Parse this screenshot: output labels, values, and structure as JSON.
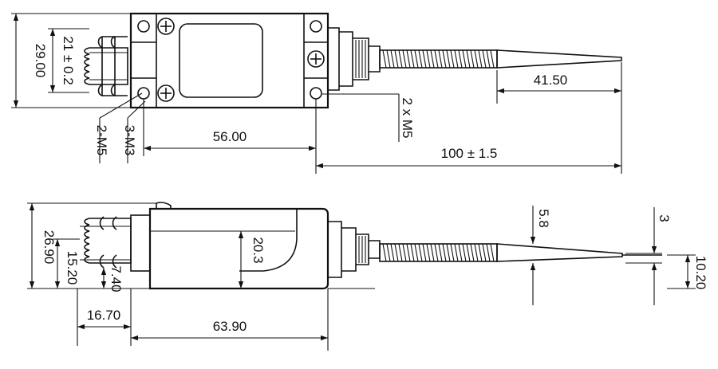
{
  "top_view": {
    "dims": {
      "height_outer": "29.00",
      "height_inner": "21 ± 0.2",
      "hole_left": "2-M5",
      "hole_left2": "3-M3",
      "span_holes": "56.00",
      "total_length": "100 ± 1.5",
      "tip_length": "41.50",
      "cable_mount": "2 x M5"
    }
  },
  "side_view": {
    "dims": {
      "height_outer": "26.90",
      "height_plunger": "15.20",
      "plunger_small": "7.40",
      "body_inner": "20.3",
      "plunger_length": "16.70",
      "body_length": "63.90",
      "tip_a": "5.8",
      "tip_b": "3",
      "tip_c": "10.20"
    }
  }
}
